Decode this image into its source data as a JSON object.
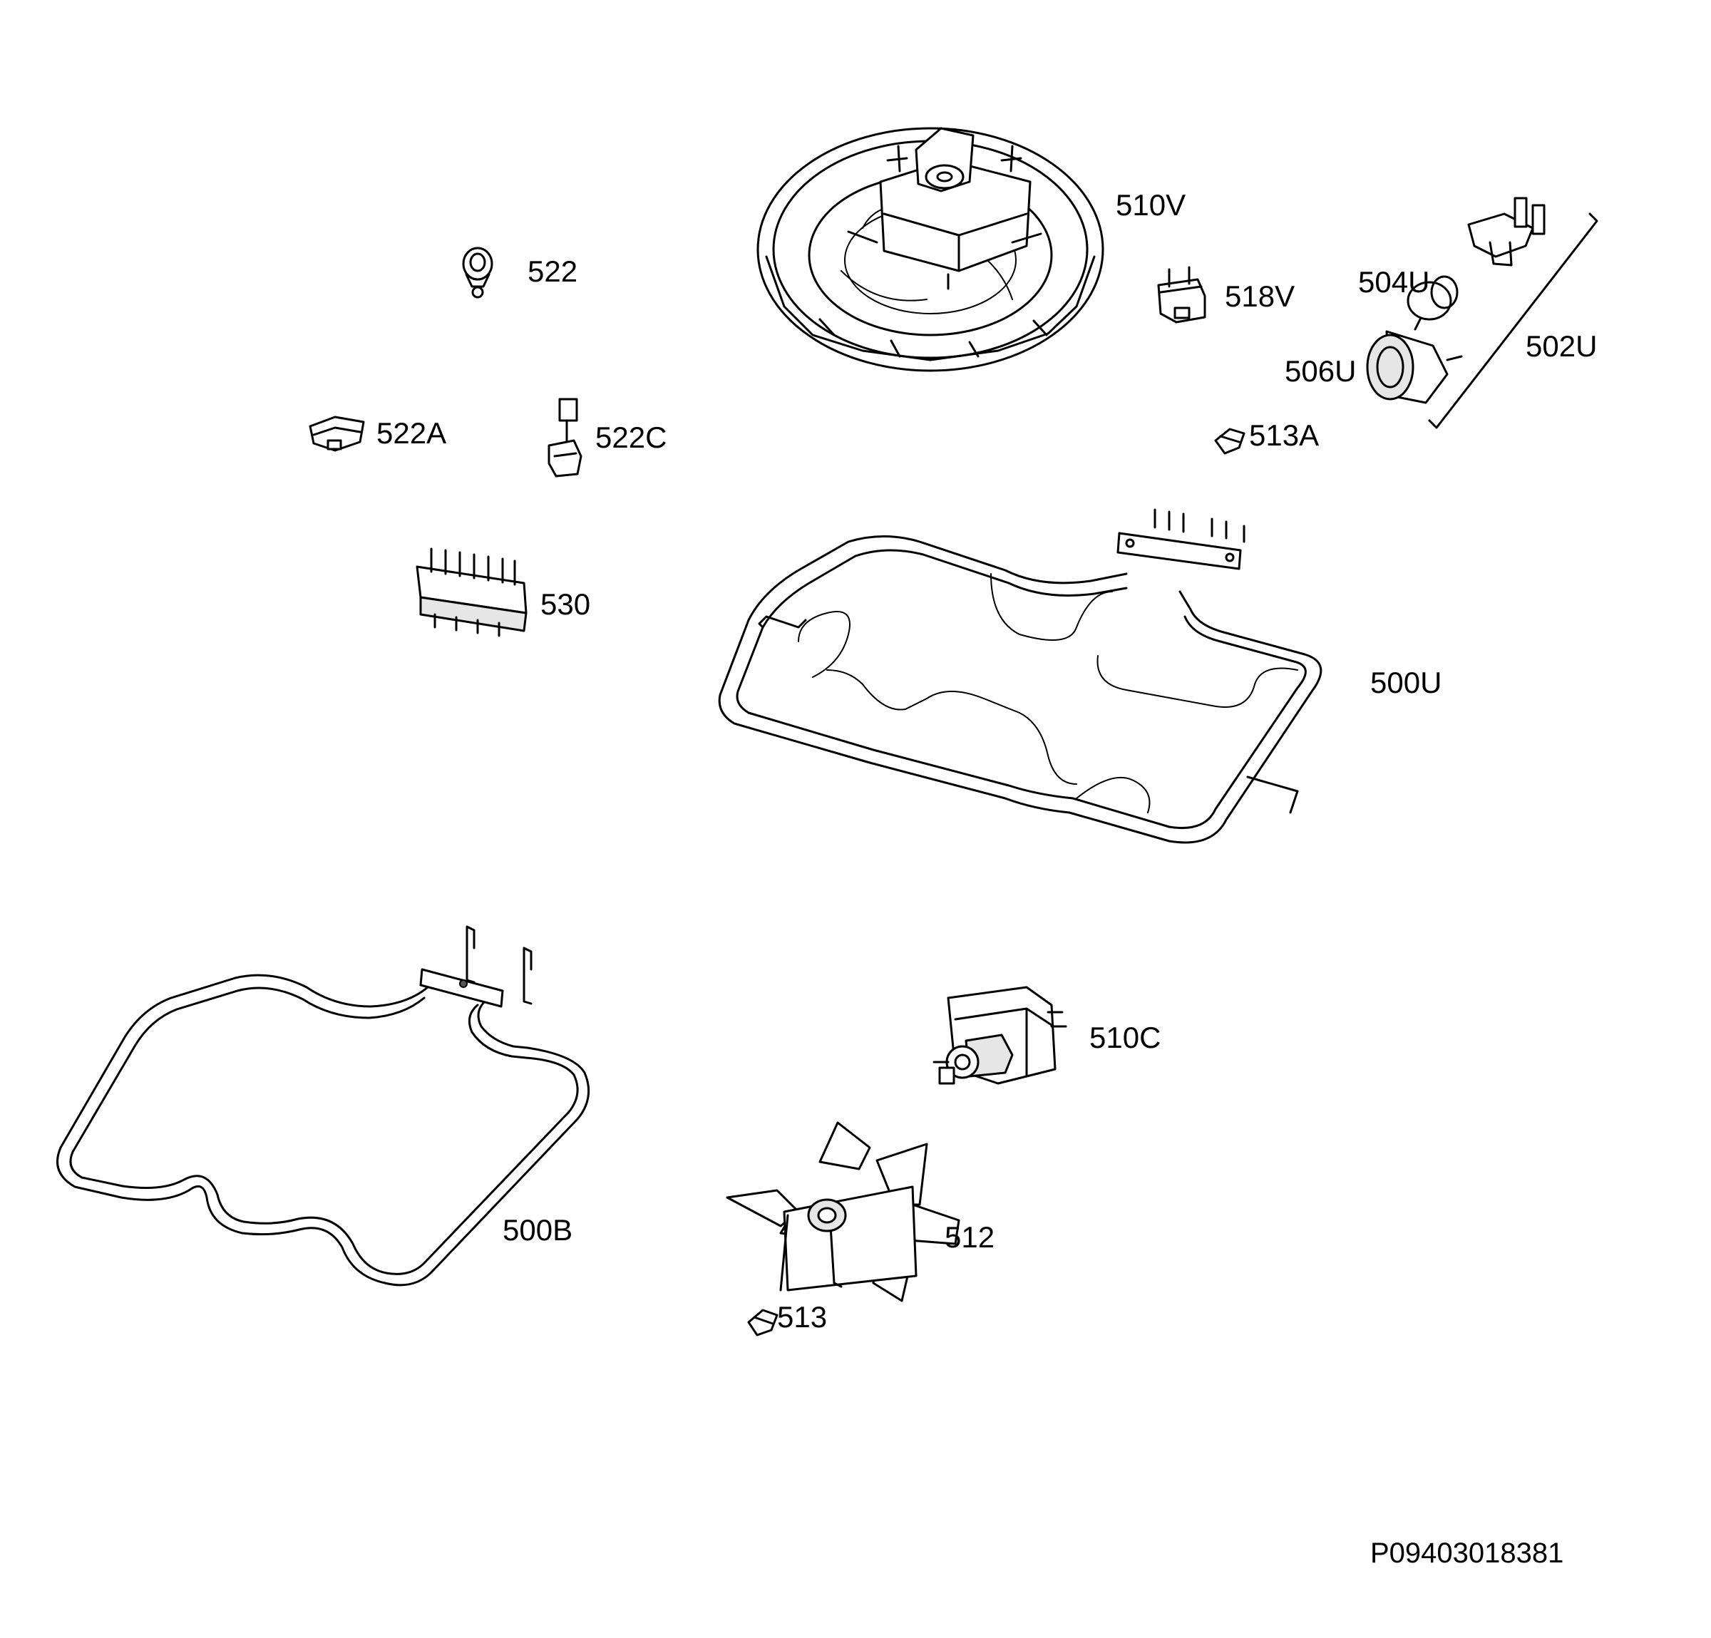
{
  "parts": [
    {
      "id": "510V"
    },
    {
      "id": "522"
    },
    {
      "id": "518V"
    },
    {
      "id": "504U"
    },
    {
      "id": "502U"
    },
    {
      "id": "506U"
    },
    {
      "id": "522A"
    },
    {
      "id": "522C"
    },
    {
      "id": "513A"
    },
    {
      "id": "530"
    },
    {
      "id": "500U"
    },
    {
      "id": "510C"
    },
    {
      "id": "500B"
    },
    {
      "id": "512"
    },
    {
      "id": "513"
    }
  ],
  "drawing_id": "P09403018381"
}
